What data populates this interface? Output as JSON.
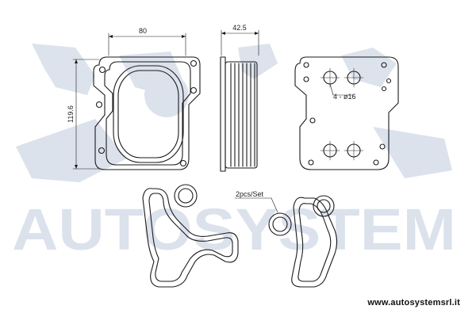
{
  "watermark": {
    "brand": "AUTOSYSTEM",
    "color": "#d7dee9"
  },
  "dimensions": {
    "width_front": "80",
    "height_front": "119.6",
    "depth_side": "42.5",
    "holes": "4 - ø16"
  },
  "callouts": {
    "gasket_qty": "2pcs/Set"
  },
  "footer": {
    "url": "www.autosystemsrl.it"
  },
  "colors": {
    "line": "#1a1a1a",
    "watermark": "#d7dee9"
  }
}
